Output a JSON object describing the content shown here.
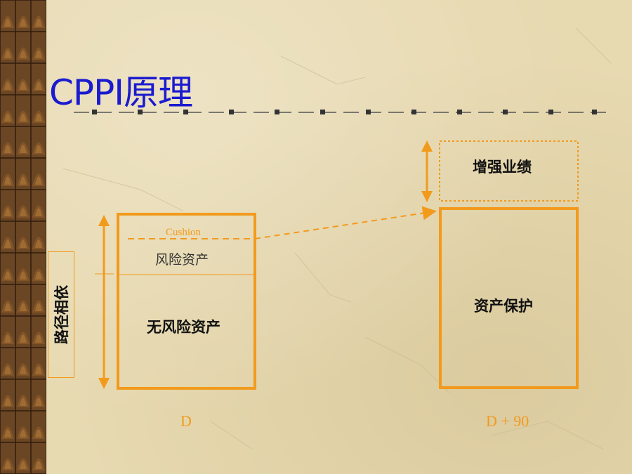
{
  "slide": {
    "title": "CPPI原理",
    "title_color": "#1a1ad0",
    "accent_color": "#f29a1c"
  },
  "diagram": {
    "left_box": {
      "cushion_label": "Cushion",
      "risk_label": "风险资产",
      "riskfree_label": "无风险资产",
      "time_label": "D"
    },
    "right_box": {
      "enhance_label": "增强业绩",
      "protect_label": "资产保护",
      "time_label": "D + 90"
    },
    "side_label": "路径相依"
  }
}
